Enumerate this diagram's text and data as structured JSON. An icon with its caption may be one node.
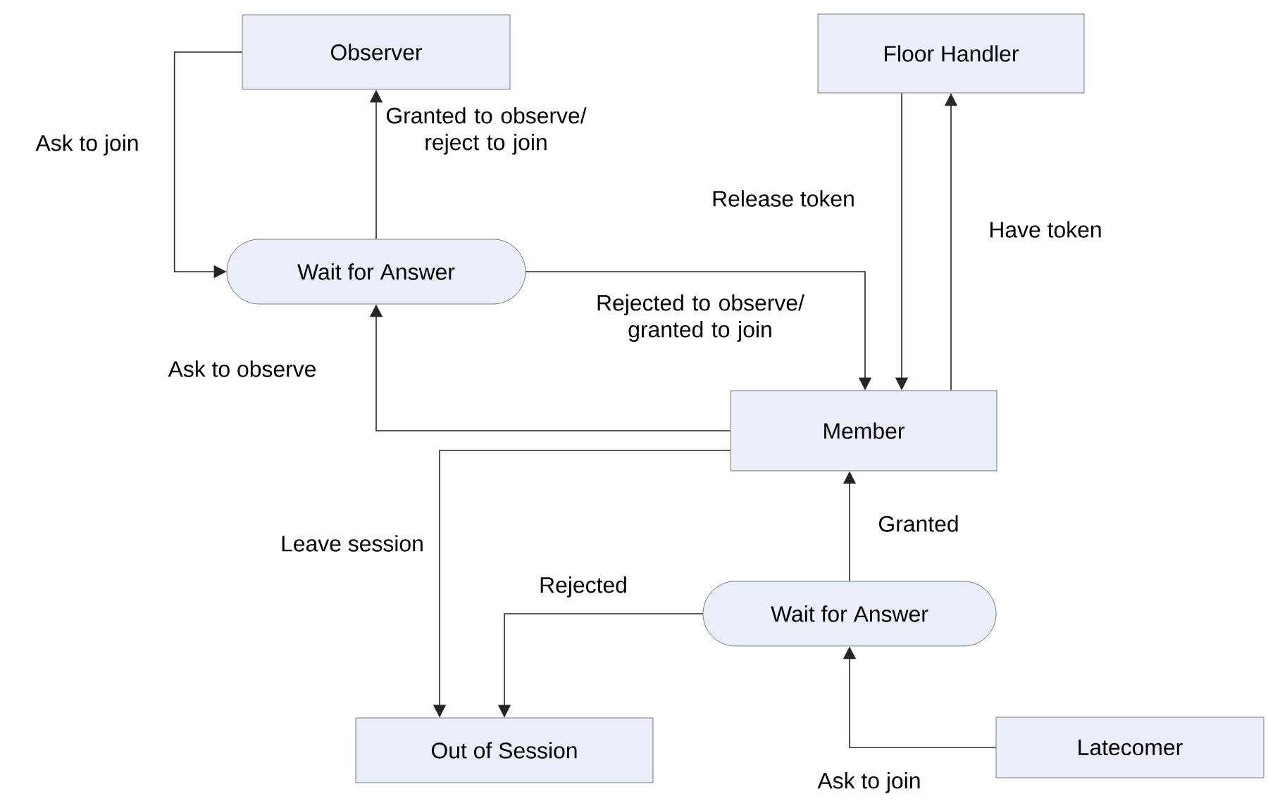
{
  "diagram": {
    "nodes": [
      {
        "text": [
          "Observer"
        ]
      },
      {
        "text": [
          "Floor Handler"
        ]
      },
      {
        "text": [
          "Wait for Answer"
        ]
      },
      {
        "text": [
          "Member"
        ]
      },
      {
        "text": [
          "Wait for Answer"
        ]
      },
      {
        "text": [
          "Out of Session"
        ]
      },
      {
        "text": [
          "Latecomer"
        ]
      }
    ],
    "edges": [
      {
        "from": 0,
        "to": 2,
        "arrow": "to",
        "label": "Ask to join"
      },
      {
        "from": 2,
        "to": 0,
        "arrow": "to",
        "label": "Granted to observe/ reject to join"
      },
      {
        "from": 2,
        "to": 3,
        "arrow": "to",
        "label": "Rejected to observe/ granted to join"
      },
      {
        "from": 1,
        "to": 3,
        "arrow": "to",
        "label": "Release token"
      },
      {
        "from": 3,
        "to": 1,
        "arrow": "to",
        "label": "Have token"
      },
      {
        "from": 3,
        "to": 2,
        "arrow": "to",
        "label": "Ask to observe"
      },
      {
        "from": 3,
        "to": 5,
        "arrow": "to",
        "label": "Leave session"
      },
      {
        "from": 4,
        "to": 3,
        "arrow": "to",
        "label": "Granted"
      },
      {
        "from": 4,
        "to": 5,
        "arrow": "to",
        "label": "Rejected"
      },
      {
        "from": 6,
        "to": 4,
        "arrow": "to",
        "label": "Ask to join"
      }
    ]
  }
}
